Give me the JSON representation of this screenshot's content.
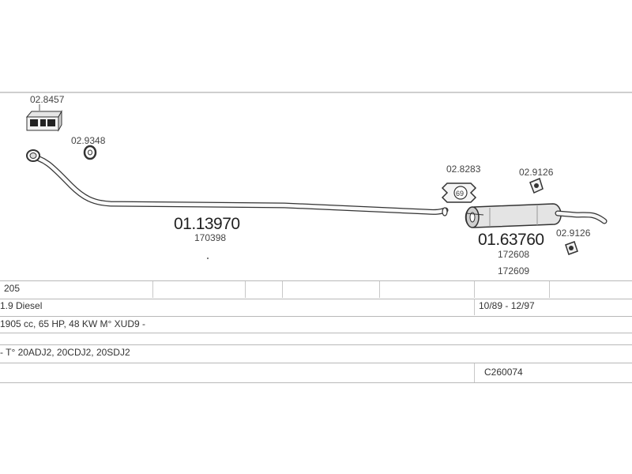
{
  "parts": {
    "bracket_top": "02.8457",
    "rubber_ring_front": "02.9348",
    "gasket": "02.8283",
    "gasket_label": "69",
    "rubber_top_rear": "02.9126",
    "rubber_bottom_rear": "02.9126",
    "middle_pipe": {
      "code": "01.13970",
      "ref": "170398"
    },
    "rear_silencer": {
      "code": "01.63760",
      "refs": [
        "172608",
        "172609"
      ]
    }
  },
  "vehicle": {
    "model": "205",
    "engine": "1.9 Diesel",
    "years": "10/89 - 12/97",
    "specs": "1905 cc, 65 HP, 48 KW M° XUD9 -",
    "types": "- T° 20ADJ2, 20CDJ2, 20SDJ2",
    "catalog_code": "C260074"
  }
}
